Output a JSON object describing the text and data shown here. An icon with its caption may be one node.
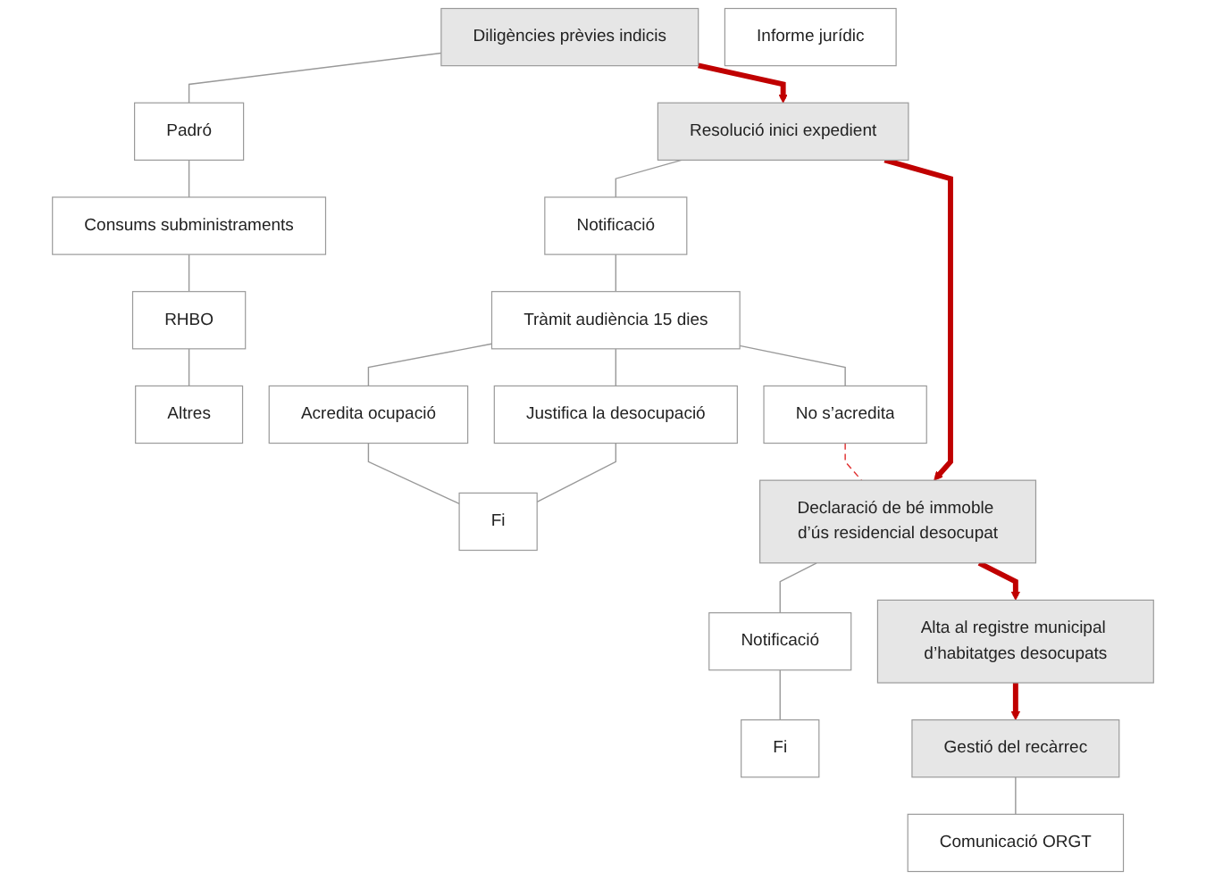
{
  "diagram": {
    "nodes": [
      {
        "text": [
          "Diligències prèvies indicis"
        ]
      },
      {
        "text": [
          "Padró"
        ]
      },
      {
        "text": [
          "Consums subministraments"
        ]
      },
      {
        "text": [
          "RHBO"
        ]
      },
      {
        "text": [
          "Altres"
        ]
      },
      {
        "text": [
          "Informe jurídic"
        ]
      },
      {
        "text": [
          "Resolució inici expedient"
        ]
      },
      {
        "text": [
          "Notificació"
        ]
      },
      {
        "text": [
          "Tràmit audiència 15 dies"
        ]
      },
      {
        "text": [
          "Acredita ocupació"
        ]
      },
      {
        "text": [
          "Fi"
        ]
      },
      {
        "text": [
          "Justifica la desocupació"
        ]
      },
      {
        "text": [
          "No s’acredita"
        ]
      },
      {
        "text": [
          "Declaració de bé immoble d’ús residencial desocupat"
        ]
      },
      {
        "text": [
          "Notificació"
        ]
      },
      {
        "text": [
          "Fi"
        ]
      },
      {
        "text": [
          "Alta al registre municipal d’habitatges desocupats"
        ]
      },
      {
        "text": [
          "Gestió del recàrrec"
        ]
      },
      {
        "text": [
          "Comunicació ORGT"
        ]
      }
    ],
    "edges": [
      {
        "from": 0,
        "to": 1,
        "arrow": "none"
      },
      {
        "from": 1,
        "to": 2,
        "arrow": "none"
      },
      {
        "from": 2,
        "to": 3,
        "arrow": "none"
      },
      {
        "from": 3,
        "to": 4,
        "arrow": "none"
      },
      {
        "from": 0,
        "to": 6,
        "arrow": "to",
        "style": "thick",
        "color": "#c00000"
      },
      {
        "from": 6,
        "to": 7,
        "arrow": "none"
      },
      {
        "from": 7,
        "to": 8,
        "arrow": "none"
      },
      {
        "from": 8,
        "to": 9,
        "arrow": "none"
      },
      {
        "from": 8,
        "to": 11,
        "arrow": "none"
      },
      {
        "from": 8,
        "to": 12,
        "arrow": "none"
      },
      {
        "from": 9,
        "to": 10,
        "arrow": "none"
      },
      {
        "from": 11,
        "to": 10,
        "arrow": "none"
      },
      {
        "from": 12,
        "to": 13,
        "arrow": "none",
        "style": "dashed",
        "color": "#e03030"
      },
      {
        "from": 6,
        "to": 13,
        "arrow": "to",
        "style": "thick",
        "color": "#c00000"
      },
      {
        "from": 13,
        "to": 14,
        "arrow": "none"
      },
      {
        "from": 14,
        "to": 15,
        "arrow": "none"
      },
      {
        "from": 13,
        "to": 16,
        "arrow": "to",
        "style": "thick",
        "color": "#c00000"
      },
      {
        "from": 16,
        "to": 17,
        "arrow": "to",
        "style": "thick",
        "color": "#c00000"
      },
      {
        "from": 17,
        "to": 18,
        "arrow": "none"
      }
    ]
  }
}
